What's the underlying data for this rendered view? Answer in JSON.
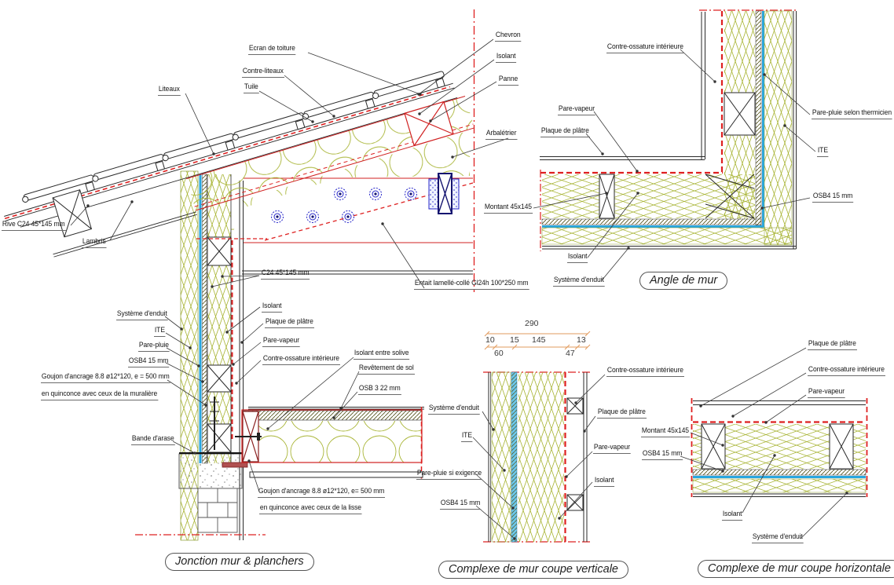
{
  "document": {
    "type": "construction-detail-drawing",
    "language": "fr"
  },
  "colors": {
    "membrane_red": "#de2020",
    "insulation_green": "#a8b434",
    "rain_screen_blue": "#29a7e0",
    "fastener_navy": "#1c1c9e",
    "dimension_orange": "#e29b5d",
    "line_black": "#2a2a2a"
  },
  "details": {
    "jonction": {
      "title": "Jonction mur & planchers",
      "labels": {
        "ecran_toiture": "Ecran de toiture",
        "contre_liteaux": "Contre-liteaux",
        "tuile": "Tuile",
        "liteaux": "Liteaux",
        "chevron": "Chevron",
        "isolant_roof": "Isolant",
        "panne": "Panne",
        "arbaletrier": "Arbalétrier",
        "rive": "Rive C24 45*145 mm",
        "lambris": "Lambris",
        "c24": "C24 45*145 mm",
        "isolant_wall": "Isolant",
        "plaque_platre": "Plaque de plâtre",
        "pare_vapeur": "Pare-vapeur",
        "contre_ossature": "Contre-ossature intérieure",
        "entait": "Entait lamellé-collé Gl24h 100*250 mm",
        "isolant_solive": "Isolant entre solive",
        "revetement_sol": "Revêtement de sol",
        "osb3": "OSB 3 22 mm",
        "systeme_enduit": "Système d'enduit",
        "ite": "ITE",
        "pare_pluie": "Pare-pluie",
        "osb4": "OSB4 15 mm",
        "goujon1_l1": "Goujon d'ancrage 8.8 ø12*120, e = 500 mm",
        "goujon1_l2": "en quinconce  avec ceux de la muralière",
        "bande_arase": "Bande d'arase",
        "goujon2_l1": "Goujon d'ancrage 8.8 ø12*120, e= 500 mm",
        "goujon2_l2": "en quinconce avec  ceux de la lisse"
      }
    },
    "angle": {
      "title": "Angle de mur",
      "labels": {
        "contre_ossature": "Contre-ossature intérieure",
        "pare_vapeur": "Pare-vapeur",
        "plaque_platre": "Plaque de plâtre",
        "pare_pluie_thermicien": "Pare-pluie selon thermicien",
        "ite": "ITE",
        "osb4": "OSB4 15 mm",
        "montant": "Montant 45x145",
        "isolant": "Isolant",
        "systeme_enduit": "Système d'enduit"
      }
    },
    "verticale": {
      "title": "Complexe de mur coupe verticale",
      "labels": {
        "systeme_enduit": "Système d'enduit",
        "ite": "ITE",
        "pare_pluie_exigence": "Pare-pluie si exigence",
        "osb4": "OSB4 15 mm",
        "contre_ossature": "Contre-ossature intérieure",
        "plaque_platre": "Plaque de plâtre",
        "pare_vapeur": "Pare-vapeur",
        "isolant": "Isolant"
      },
      "dimensions": {
        "total": "290",
        "d10": "10",
        "d15": "15",
        "d145": "145",
        "d13": "13",
        "d60": "60",
        "d47": "47"
      }
    },
    "horizontale": {
      "title": "Complexe de mur coupe horizontale",
      "labels": {
        "plaque_platre": "Plaque de plâtre",
        "contre_ossature": "Contre-ossature intérieure",
        "pare_vapeur": "Pare-vapeur",
        "montant": "Montant 45x145",
        "osb4": "OSB4 15 mm",
        "isolant": "Isolant",
        "systeme_enduit": "Système d'enduit"
      }
    }
  }
}
